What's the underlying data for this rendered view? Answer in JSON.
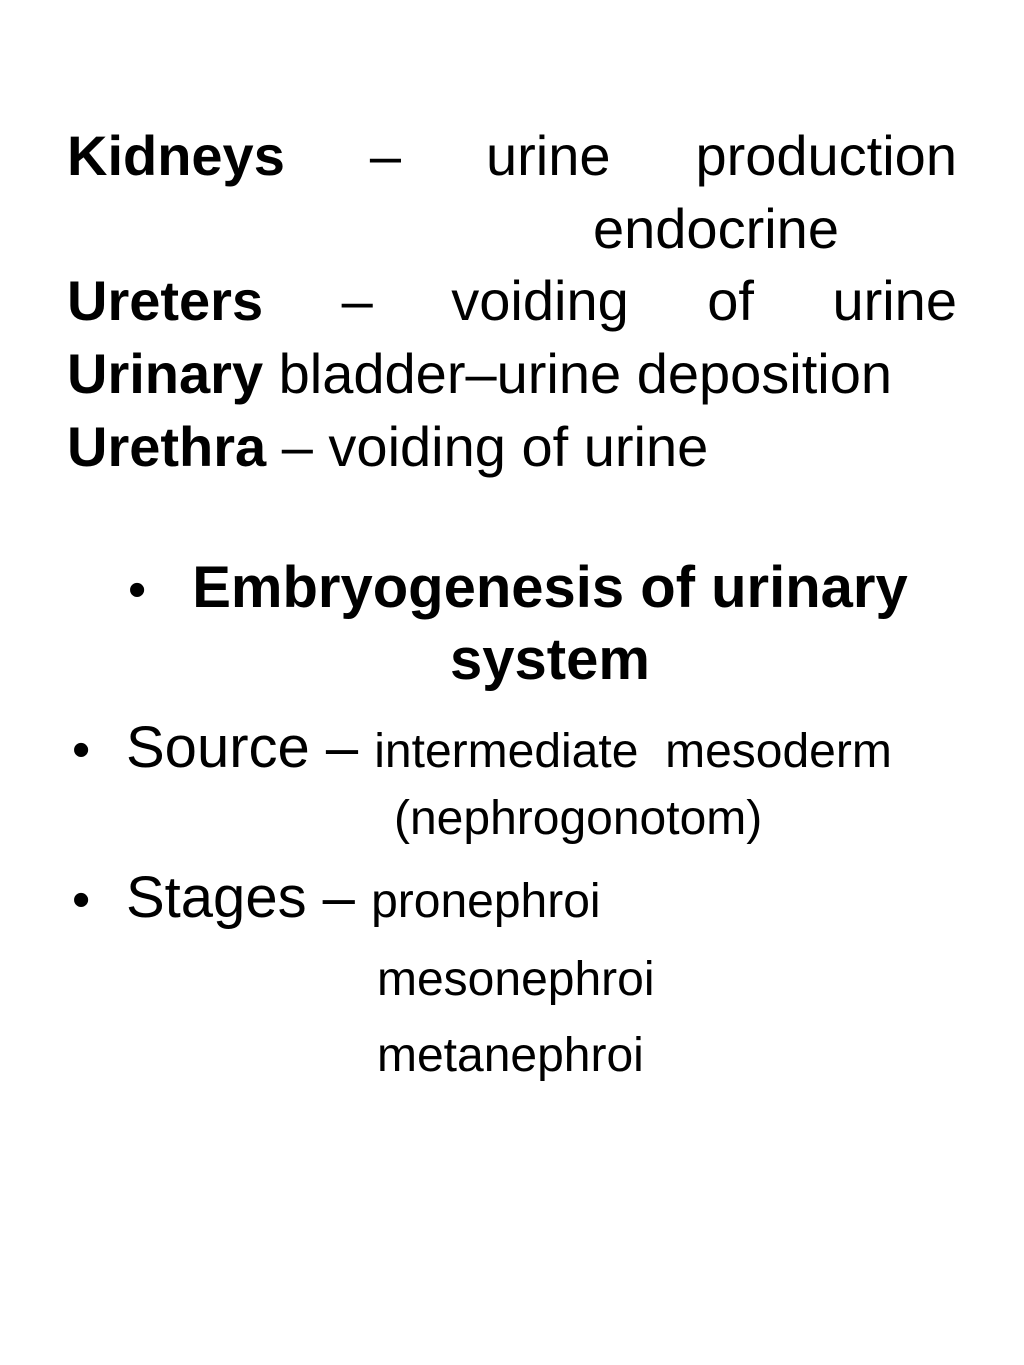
{
  "organs": {
    "kidneys": {
      "term": "Kidneys",
      "dash": "–",
      "word1": "urine",
      "word2": "production",
      "continuation": "endocrine"
    },
    "ureters": {
      "term": "Ureters",
      "dash": "–",
      "word1": "voiding",
      "word2": "of",
      "word3": "urine"
    },
    "bladder": {
      "term": "Urinary",
      "rest": " bladder–urine deposition"
    },
    "urethra": {
      "term": "Urethra",
      "rest": " – voiding of urine"
    }
  },
  "embryogenesis": {
    "bullet": "•",
    "heading": "Embryogenesis of urinary system",
    "source": {
      "label": "Source – ",
      "value": "intermediate  mesoderm",
      "detail": "(nephrogonotom)"
    },
    "stages": {
      "label": "Stages – ",
      "items": [
        "pronephroi",
        "mesonephroi",
        "metanephroi"
      ]
    }
  }
}
